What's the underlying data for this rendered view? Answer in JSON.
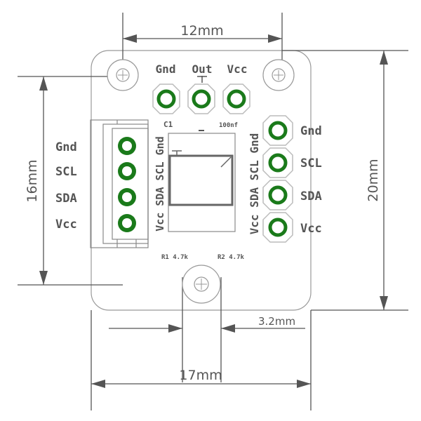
{
  "colors": {
    "pad_green": "#1a7a1a",
    "dimension": "#555555",
    "silkscreen": "#555555",
    "outline": "#999999"
  },
  "dimensions": {
    "top": "12mm",
    "left": "16mm",
    "right": "20mm",
    "bottom": "17mm",
    "hole": "3.2mm"
  },
  "silkscreen": {
    "top_header": [
      "Gnd",
      "Out",
      "Vcc"
    ],
    "left_connector": [
      "Gnd",
      "SCL",
      "SDA",
      "Vcc"
    ],
    "left_connector_vertical": "Vcc SDA SCL Gnd",
    "right_header": [
      "Gnd",
      "SCL",
      "SDA",
      "Vcc"
    ],
    "right_header_vertical": "Vcc SDA SCL Gnd",
    "c1_label": "C1",
    "cap_value": "100nf",
    "r1_label": "R1 4.7k",
    "r2_label": "R2 4.7k"
  }
}
